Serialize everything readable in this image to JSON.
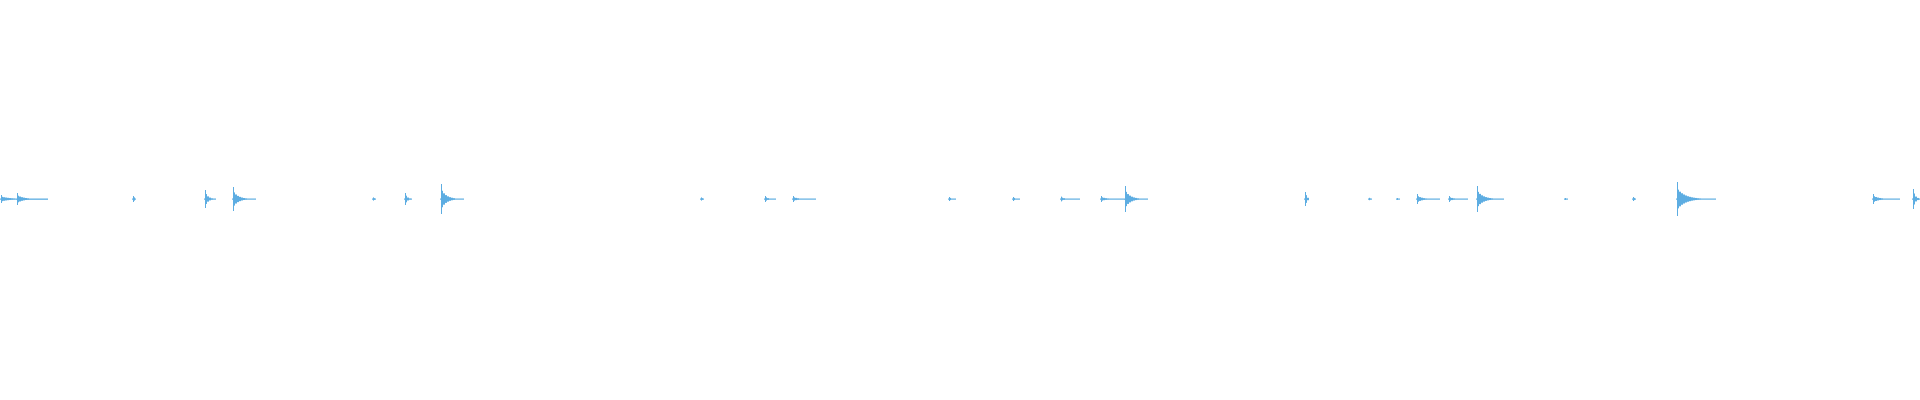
{
  "chart_data": {
    "type": "area",
    "description_of_encoding": "",
    "bins": 480,
    "amplitude_range": [
      -1,
      1
    ],
    "grid": false,
    "color": "#5DADE2",
    "events": [
      {
        "bin": 0,
        "peak": 0.02,
        "tail": 12
      },
      {
        "bin": 4,
        "peak": 0.03,
        "tail": 8
      },
      {
        "bin": 33,
        "peak": 0.015,
        "tail": 1
      },
      {
        "bin": 51,
        "peak": 0.045,
        "tail": 3
      },
      {
        "bin": 58,
        "peak": 0.06,
        "tail": 6
      },
      {
        "bin": 93,
        "peak": 0.008,
        "tail": 1
      },
      {
        "bin": 101,
        "peak": 0.03,
        "tail": 2
      },
      {
        "bin": 110,
        "peak": 0.075,
        "tail": 6
      },
      {
        "bin": 175,
        "peak": 0.008,
        "tail": 1
      },
      {
        "bin": 191,
        "peak": 0.015,
        "tail": 3
      },
      {
        "bin": 198,
        "peak": 0.015,
        "tail": 6
      },
      {
        "bin": 237,
        "peak": 0.01,
        "tail": 2
      },
      {
        "bin": 253,
        "peak": 0.01,
        "tail": 2
      },
      {
        "bin": 265,
        "peak": 0.012,
        "tail": 5
      },
      {
        "bin": 275,
        "peak": 0.015,
        "tail": 7
      },
      {
        "bin": 281,
        "peak": 0.065,
        "tail": 6
      },
      {
        "bin": 326,
        "peak": 0.035,
        "tail": 1
      },
      {
        "bin": 342,
        "peak": 0.006,
        "tail": 1
      },
      {
        "bin": 349,
        "peak": 0.005,
        "tail": 1
      },
      {
        "bin": 354,
        "peak": 0.025,
        "tail": 6
      },
      {
        "bin": 362,
        "peak": 0.015,
        "tail": 5
      },
      {
        "bin": 369,
        "peak": 0.065,
        "tail": 7
      },
      {
        "bin": 391,
        "peak": 0.005,
        "tail": 1
      },
      {
        "bin": 408,
        "peak": 0.01,
        "tail": 1
      },
      {
        "bin": 419,
        "peak": 0.085,
        "tail": 10
      },
      {
        "bin": 468,
        "peak": 0.025,
        "tail": 7
      },
      {
        "bin": 478,
        "peak": 0.05,
        "tail": 2
      }
    ]
  }
}
